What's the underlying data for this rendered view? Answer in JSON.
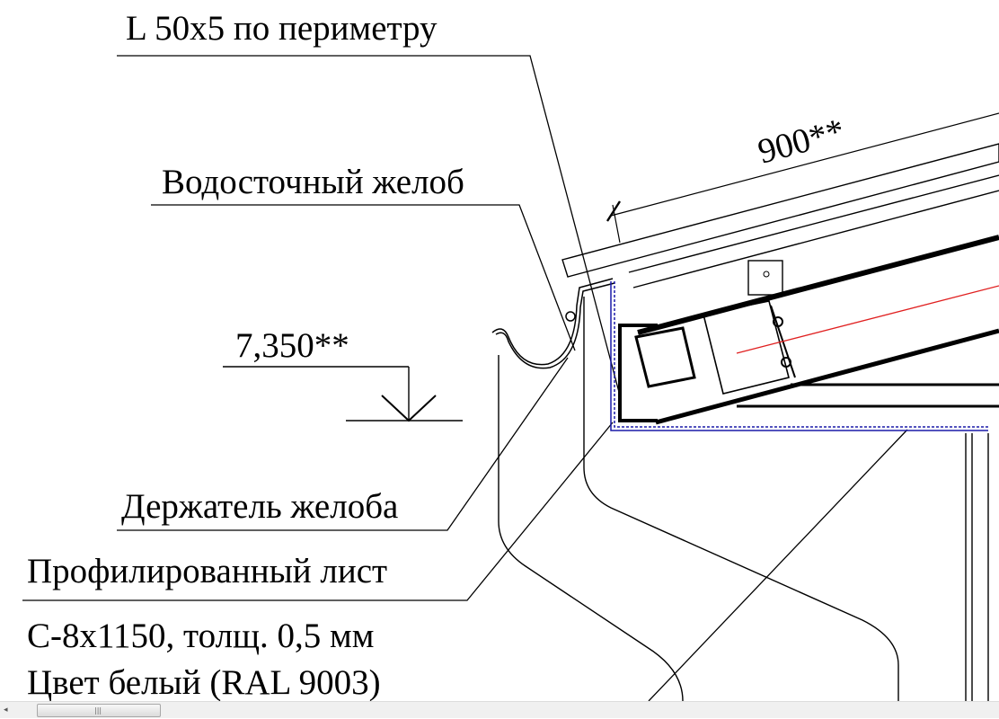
{
  "labels": {
    "angle": "L 50x5 по периметру",
    "dimension": "900**",
    "gutter": "Водосточный желоб",
    "elevation": "7,350**",
    "gutter_holder": "Держатель желоба",
    "profiled_sheet": "Профилированный лист",
    "sheet_spec": "С-8х1150, толщ. 0,5 мм",
    "sheet_color": "Цвет белый (RAL 9003)"
  },
  "colors": {
    "line": "#000000",
    "insulation": "#1a1aa8",
    "axis": "#e02020"
  },
  "scrollbar": {
    "left_arrow_icon": "◂",
    "grip": "|||"
  }
}
